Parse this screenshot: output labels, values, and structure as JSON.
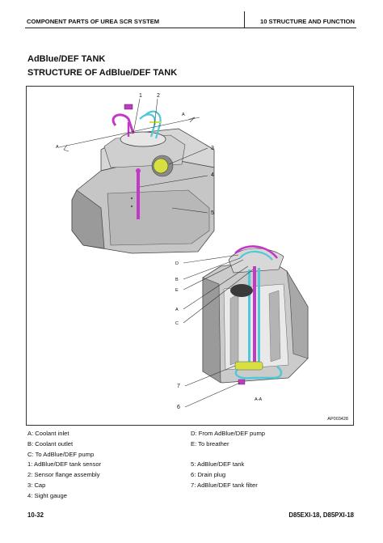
{
  "header": {
    "left": "COMPONENT PARTS OF UREA SCR SYSTEM",
    "right": "10 STRUCTURE AND FUNCTION"
  },
  "title": "AdBlue/DEF TANK",
  "subtitle": "STRUCTURE OF AdBlue/DEF TANK",
  "figure": {
    "id": "AP003428",
    "section_letters": [
      "A",
      "A"
    ],
    "section_label": "A-A",
    "callouts_top": [
      "1",
      "2",
      "3",
      "4",
      "5"
    ],
    "callouts_bottom": [
      "D",
      "B",
      "E",
      "A",
      "C",
      "7",
      "6"
    ]
  },
  "legend_left": [
    "A: Coolant inlet",
    "B: Coolant outlet",
    "C: To AdBlue/DEF pump",
    "1: AdBlue/DEF tank sensor",
    "2: Sensor flange assembly",
    "3: Cap",
    "4: Sight gauge"
  ],
  "legend_right": [
    "D: From AdBlue/DEF pump",
    "E: To breather",
    "",
    "5: AdBlue/DEF tank",
    "6: Drain plug",
    "7: AdBlue/DEF tank filter"
  ],
  "footer": {
    "page": "10-32",
    "model": "D85EXI-18, D85PXI-18"
  },
  "colors": {
    "sensor": "#c438c8",
    "coolant": "#4fc8d8",
    "cap": "#d8e040",
    "tank": "#c8c8c8"
  }
}
